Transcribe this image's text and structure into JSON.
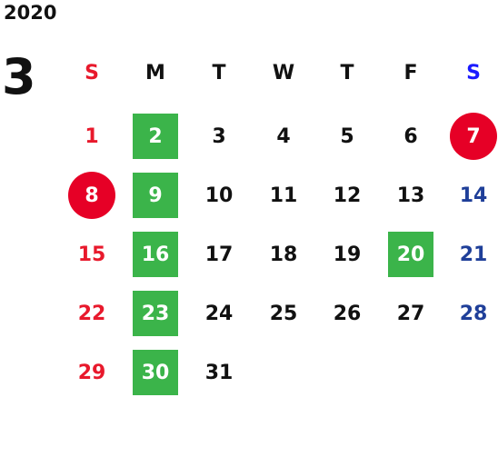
{
  "year": "2020",
  "month": "3",
  "weekdays": [
    "S",
    "M",
    "T",
    "W",
    "T",
    "F",
    "S"
  ],
  "colors": {
    "sunday": "#e8192c",
    "saturday_header": "#1a1aff",
    "saturday": "#1f3f99",
    "highlight_green": "#3bb44a",
    "highlight_red": "#e60026"
  },
  "weeks": [
    [
      {
        "day": "1",
        "style": "sun"
      },
      {
        "day": "2",
        "style": "green"
      },
      {
        "day": "3",
        "style": ""
      },
      {
        "day": "4",
        "style": ""
      },
      {
        "day": "5",
        "style": ""
      },
      {
        "day": "6",
        "style": ""
      },
      {
        "day": "7",
        "style": "red-circle"
      }
    ],
    [
      {
        "day": "8",
        "style": "red-circle"
      },
      {
        "day": "9",
        "style": "green"
      },
      {
        "day": "10",
        "style": ""
      },
      {
        "day": "11",
        "style": ""
      },
      {
        "day": "12",
        "style": ""
      },
      {
        "day": "13",
        "style": ""
      },
      {
        "day": "14",
        "style": "sat"
      }
    ],
    [
      {
        "day": "15",
        "style": "sun"
      },
      {
        "day": "16",
        "style": "green"
      },
      {
        "day": "17",
        "style": ""
      },
      {
        "day": "18",
        "style": ""
      },
      {
        "day": "19",
        "style": ""
      },
      {
        "day": "20",
        "style": "green"
      },
      {
        "day": "21",
        "style": "sat"
      }
    ],
    [
      {
        "day": "22",
        "style": "sun"
      },
      {
        "day": "23",
        "style": "green"
      },
      {
        "day": "24",
        "style": ""
      },
      {
        "day": "25",
        "style": ""
      },
      {
        "day": "26",
        "style": ""
      },
      {
        "day": "27",
        "style": ""
      },
      {
        "day": "28",
        "style": "sat"
      }
    ],
    [
      {
        "day": "29",
        "style": "sun"
      },
      {
        "day": "30",
        "style": "green"
      },
      {
        "day": "31",
        "style": ""
      }
    ]
  ]
}
